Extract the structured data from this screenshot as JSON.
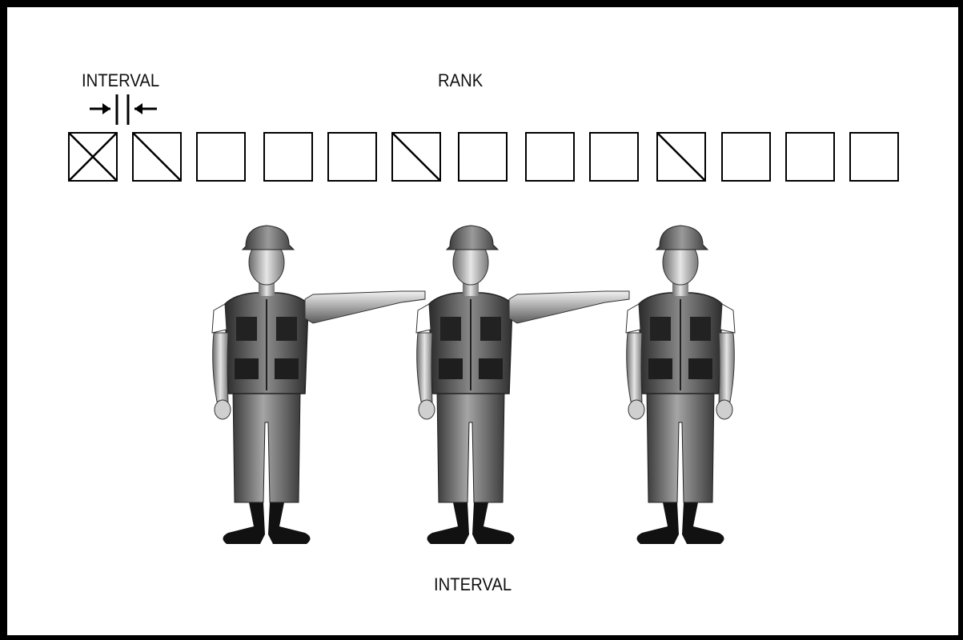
{
  "labels": {
    "interval_top": "INTERVAL",
    "rank": "RANK",
    "interval_bottom": "INTERVAL"
  },
  "rank_boxes": [
    "x",
    "slash",
    "empty",
    "empty",
    "empty",
    "slash",
    "empty",
    "empty",
    "empty",
    "slash",
    "empty",
    "empty",
    "empty"
  ],
  "colors": {
    "ink": "#000000",
    "background": "#ffffff"
  }
}
